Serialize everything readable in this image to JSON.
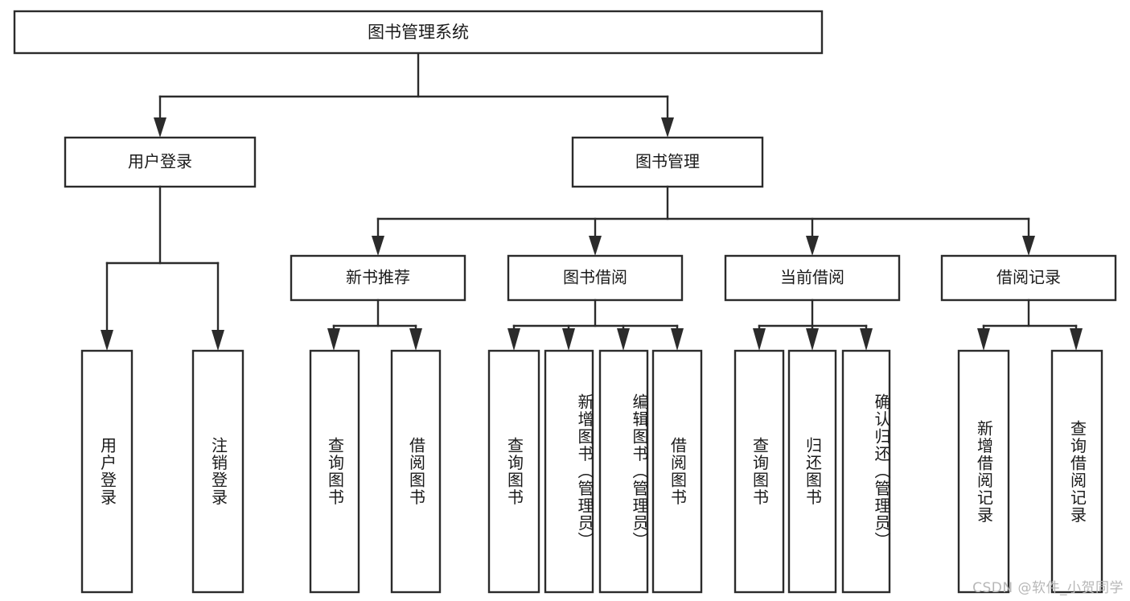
{
  "diagram": {
    "type": "tree-hierarchy-chart",
    "title": "图书管理系统",
    "watermark": "CSDN @软件_小贺同学",
    "colors": {
      "stroke": "#2b2b2b",
      "fill": "#ffffff",
      "text": "#1a1a1a",
      "watermark": "#b7b7b7",
      "background": "#ffffff"
    },
    "levels": {
      "root": {
        "label": "图书管理系统"
      },
      "level2": [
        {
          "id": "user-login",
          "label": "用户登录"
        },
        {
          "id": "book-management",
          "label": "图书管理"
        }
      ],
      "level3": [
        {
          "id": "new-book-recommend",
          "label": "新书推荐",
          "parent": "book-management"
        },
        {
          "id": "book-borrow",
          "label": "图书借阅",
          "parent": "book-management"
        },
        {
          "id": "current-borrow",
          "label": "当前借阅",
          "parent": "book-management"
        },
        {
          "id": "borrow-record",
          "label": "借阅记录",
          "parent": "book-management"
        }
      ],
      "leaves": [
        {
          "id": "leaf-user-login",
          "label": "用户登录",
          "parent": "user-login"
        },
        {
          "id": "leaf-logout-login",
          "label": "注销登录",
          "parent": "user-login"
        },
        {
          "id": "leaf-query-book-1",
          "label": "查询图书",
          "parent": "new-book-recommend"
        },
        {
          "id": "leaf-borrow-book-1",
          "label": "借阅图书",
          "parent": "new-book-recommend"
        },
        {
          "id": "leaf-query-book-2",
          "label": "查询图书",
          "parent": "book-borrow"
        },
        {
          "id": "leaf-add-book",
          "label": "新增图书（管理员）",
          "parent": "book-borrow"
        },
        {
          "id": "leaf-edit-book",
          "label": "编辑图书（管理员）",
          "parent": "book-borrow"
        },
        {
          "id": "leaf-borrow-book-2",
          "label": "借阅图书",
          "parent": "book-borrow"
        },
        {
          "id": "leaf-query-book-3",
          "label": "查询图书",
          "parent": "current-borrow"
        },
        {
          "id": "leaf-return-book",
          "label": "归还图书",
          "parent": "current-borrow"
        },
        {
          "id": "leaf-confirm-return",
          "label": "确认归还（管理员）",
          "parent": "current-borrow"
        },
        {
          "id": "leaf-add-record",
          "label": "新增借阅记录",
          "parent": "borrow-record"
        },
        {
          "id": "leaf-query-record",
          "label": "查询借阅记录",
          "parent": "borrow-record"
        }
      ]
    }
  }
}
